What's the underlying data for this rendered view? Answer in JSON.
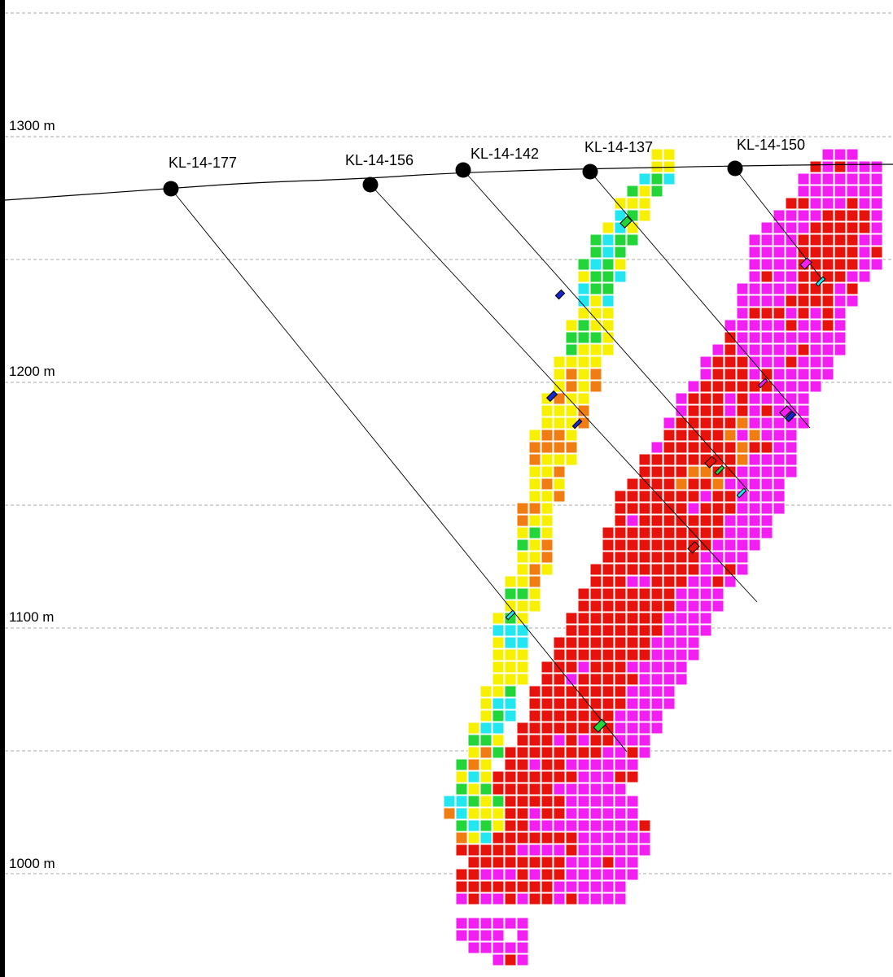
{
  "section": {
    "levels": [
      {
        "label": "1300 m"
      },
      {
        "label": "1200 m"
      },
      {
        "label": "1100 m"
      },
      {
        "label": "1000 m"
      }
    ],
    "holes": [
      {
        "label": "KL-14-177"
      },
      {
        "label": "KL-14-156"
      },
      {
        "label": "KL-14-142"
      },
      {
        "label": "KL-14-137"
      },
      {
        "label": "KL-14-150"
      }
    ],
    "colors": {
      "yellow": "#f7f000",
      "cyan": "#22e6f0",
      "green": "#22d63a",
      "orange": "#f07c12",
      "red": "#e8120c",
      "magenta": "#f21ef2",
      "blue": "#1626c8",
      "grid": "#aaaaaa"
    }
  }
}
